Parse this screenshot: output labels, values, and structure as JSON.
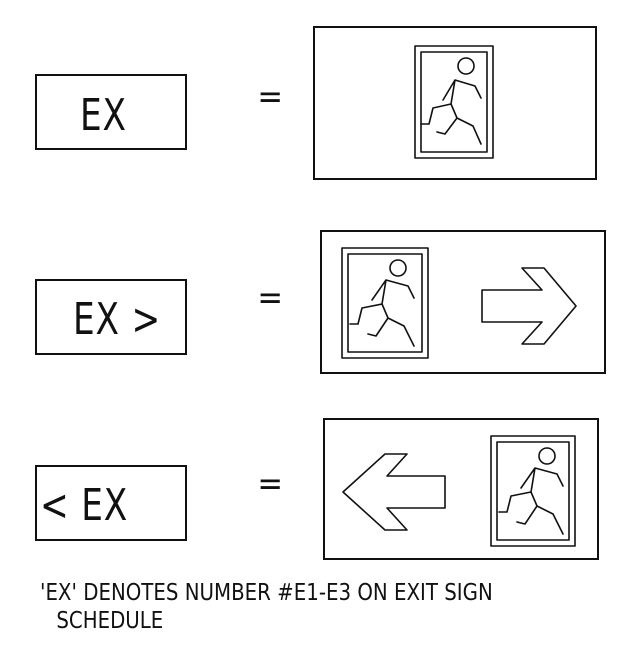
{
  "rows": [
    {
      "label": "EX",
      "equals": "=",
      "sign": {
        "arrow": "none",
        "figure": "running-man",
        "figure_position": "center"
      }
    },
    {
      "label": "EX >",
      "equals": "=",
      "sign": {
        "arrow": "right",
        "figure": "running-man",
        "figure_position": "left"
      }
    },
    {
      "label": "< EX",
      "equals": "=",
      "sign": {
        "arrow": "left",
        "figure": "running-man",
        "figure_position": "right"
      }
    }
  ],
  "note": {
    "line1": "'EX' DENOTES NUMBER #E1-E3 ON EXIT SIGN",
    "line2": "SCHEDULE"
  },
  "colors": {
    "line": "#111111",
    "background": "#ffffff"
  }
}
